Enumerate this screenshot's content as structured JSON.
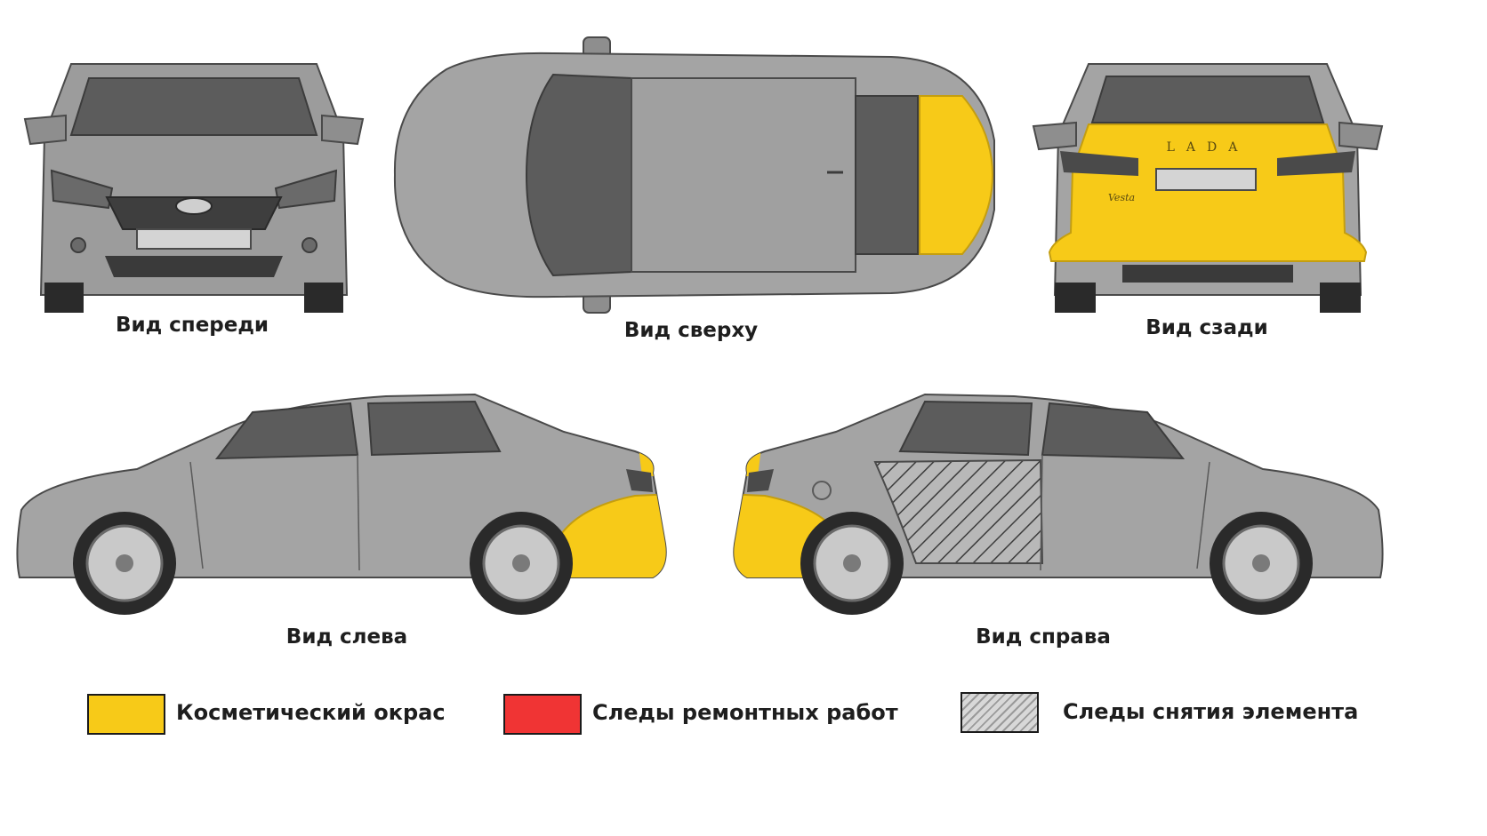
{
  "views": {
    "front": {
      "label": "Вид спереди"
    },
    "top": {
      "label": "Вид сверху"
    },
    "rear": {
      "label": "Вид сзади",
      "badge_brand": "LADA",
      "badge_model": "Vesta"
    },
    "left": {
      "label": "Вид слева"
    },
    "right": {
      "label": "Вид справа"
    }
  },
  "legend": [
    {
      "label": "Косметический окрас",
      "color": "#F7CA18",
      "pattern": "solid"
    },
    {
      "label": "Следы ремонтных работ",
      "color": "#F03434",
      "pattern": "solid"
    },
    {
      "label": "Следы снятия элемента",
      "color": "#9A9A9A",
      "pattern": "hatch"
    }
  ],
  "colors": {
    "body": "#A4A4A4",
    "glass": "#5C5C5C",
    "tire": "#2A2A2A",
    "rim": "#C9C9C9",
    "outline": "#4A4A4A"
  }
}
